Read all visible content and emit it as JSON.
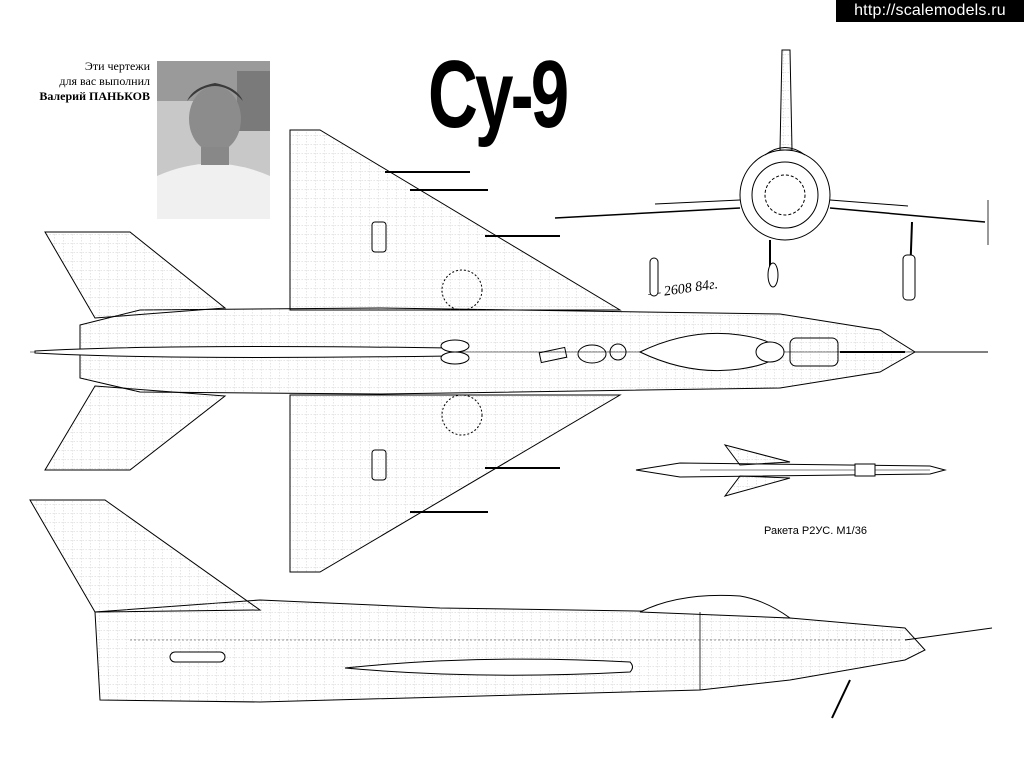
{
  "watermark": "http://scalemodels.ru",
  "credit": {
    "line1": "Эти чертежи",
    "line2": "для вас выполнил",
    "name": "Валерий ПАНЬКОВ"
  },
  "title": "Су-9",
  "missile_caption": "Ракета Р2УС. М1/36",
  "signature": "— 2608 84г."
}
